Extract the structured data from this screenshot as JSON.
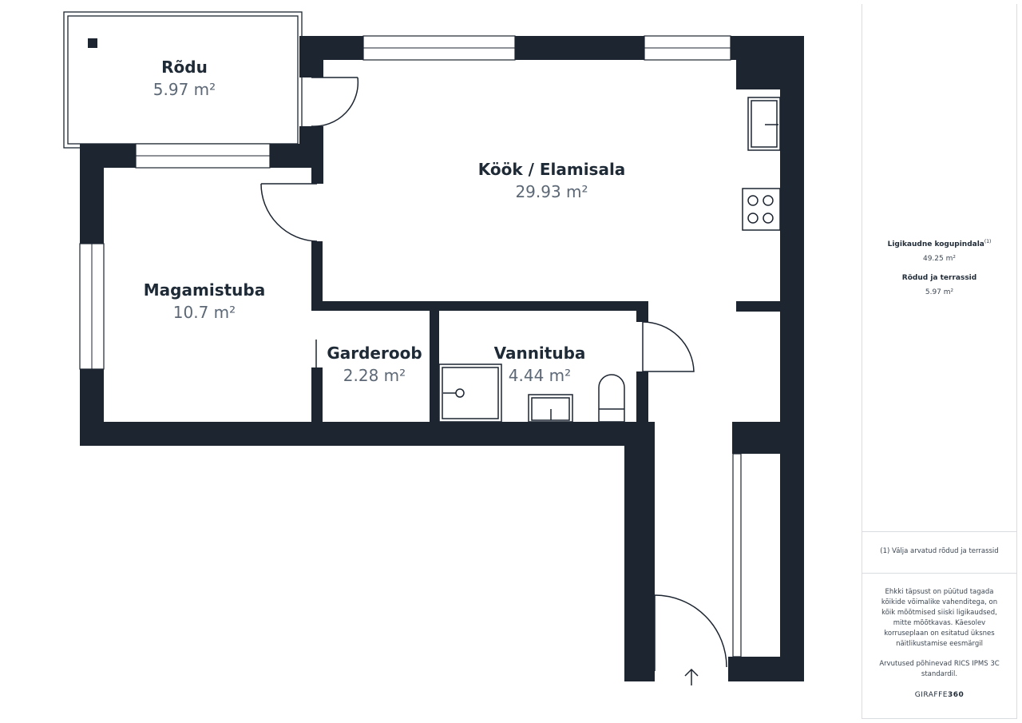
{
  "rooms": {
    "balcony": {
      "name": "Rõdu",
      "area": "5.97 m²"
    },
    "kitchen_living": {
      "name": "Köök / Elamisala",
      "area": "29.93 m²"
    },
    "bedroom": {
      "name": "Magamistuba",
      "area": "10.7 m²"
    },
    "wardrobe": {
      "name": "Garderoob",
      "area": "2.28 m²"
    },
    "bathroom": {
      "name": "Vannituba",
      "area": "4.44 m²"
    }
  },
  "summary": {
    "total_label": "Ligikaudne kogupindala",
    "total_marker": "(1)",
    "total_value": "49.25 m²",
    "balcony_label": "Rõdud ja terrassid",
    "balcony_value": "5.97 m²"
  },
  "footnote": "(1) Välja arvatud rõdud ja terrassid",
  "disclaimer": {
    "paragraph1": "Ehkki täpsust on püütud tagada kõikide võimalike vahenditega, on kõik mõõtmised siiski ligikaudsed, mitte mõõtkavas. Käesolev korruseplaan on esitatud üksnes näitlikustamise eesmärgil",
    "paragraph2": "Arvutused põhinevad RICS IPMS 3C standardil."
  },
  "logo": {
    "prefix": "GIRAFFE",
    "suffix": "360"
  },
  "colors": {
    "wall": "#1d2531",
    "text": "#1f2a37",
    "area_text": "#5d6876"
  },
  "icons": [
    "entrance-arrow-icon",
    "sink-icon",
    "stove-icon",
    "toilet-icon",
    "shower-icon",
    "washbasin-icon"
  ]
}
